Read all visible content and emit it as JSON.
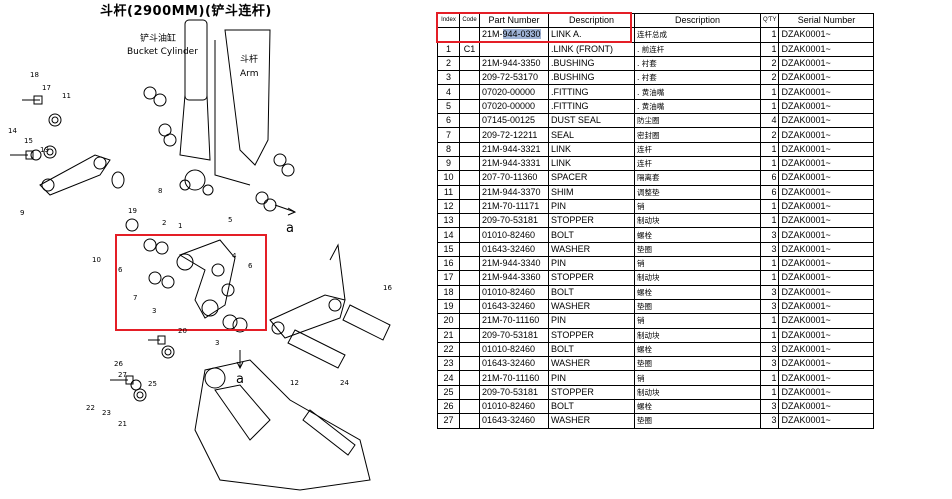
{
  "diagram": {
    "title": "斗杆(2900MM)(铲斗连杆)",
    "labels": {
      "bucket_cylinder_cn": "铲斗油缸",
      "bucket_cylinder_en": "Bucket Cylinder",
      "arm_cn": "斗杆",
      "arm_en": "Arm",
      "ref_a": "a"
    },
    "callouts": [
      "18",
      "17",
      "11",
      "14",
      "15",
      "13",
      "9",
      "10",
      "6",
      "2",
      "1",
      "7",
      "3",
      "19",
      "5",
      "4",
      "12",
      "16",
      "6",
      "8",
      "3",
      "26",
      "27",
      "25",
      "24",
      "22",
      "23",
      "21",
      "20"
    ]
  },
  "table": {
    "headers": {
      "index": "Index",
      "code": "Code",
      "part_number": "Part Number",
      "description": "Description",
      "description_cn": "Description",
      "qty": "Q'TY",
      "serial": "Serial Number"
    },
    "header_row": {
      "index": "",
      "code": "",
      "part_number_pre": "21M-",
      "part_number_sel": "944-0330",
      "description": "LINK A.",
      "description_cn": "连杆总成",
      "qty": "1",
      "serial": "DZAK0001~"
    },
    "rows": [
      {
        "index": "1",
        "code": "C1",
        "part": "",
        "desc": ".LINK (FRONT)",
        "cn": ". 前连杆",
        "qty": "1",
        "serial": "DZAK0001~"
      },
      {
        "index": "2",
        "code": "",
        "part": "21M-944-3350",
        "desc": ".BUSHING",
        "cn": ". 衬套",
        "qty": "2",
        "serial": "DZAK0001~"
      },
      {
        "index": "3",
        "code": "",
        "part": "209-72-53170",
        "desc": ".BUSHING",
        "cn": ". 衬套",
        "qty": "2",
        "serial": "DZAK0001~"
      },
      {
        "index": "4",
        "code": "",
        "part": "07020-00000",
        "desc": ".FITTING",
        "cn": ". 黄油嘴",
        "qty": "1",
        "serial": "DZAK0001~"
      },
      {
        "index": "5",
        "code": "",
        "part": "07020-00000",
        "desc": ".FITTING",
        "cn": ". 黄油嘴",
        "qty": "1",
        "serial": "DZAK0001~"
      },
      {
        "index": "6",
        "code": "",
        "part": "07145-00125",
        "desc": "DUST SEAL",
        "cn": "防尘圈",
        "qty": "4",
        "serial": "DZAK0001~"
      },
      {
        "index": "7",
        "code": "",
        "part": "209-72-12211",
        "desc": "SEAL",
        "cn": "密封圈",
        "qty": "2",
        "serial": "DZAK0001~"
      },
      {
        "index": "8",
        "code": "",
        "part": "21M-944-3321",
        "desc": "LINK",
        "cn": "连杆",
        "qty": "1",
        "serial": "DZAK0001~"
      },
      {
        "index": "9",
        "code": "",
        "part": "21M-944-3331",
        "desc": "LINK",
        "cn": "连杆",
        "qty": "1",
        "serial": "DZAK0001~"
      },
      {
        "index": "10",
        "code": "",
        "part": "207-70-11360",
        "desc": "SPACER",
        "cn": "隔离套",
        "qty": "6",
        "serial": "DZAK0001~"
      },
      {
        "index": "11",
        "code": "",
        "part": "21M-944-3370",
        "desc": "SHIM",
        "cn": "调整垫",
        "qty": "6",
        "serial": "DZAK0001~"
      },
      {
        "index": "12",
        "code": "",
        "part": "21M-70-11171",
        "desc": "PIN",
        "cn": "销",
        "qty": "1",
        "serial": "DZAK0001~"
      },
      {
        "index": "13",
        "code": "",
        "part": "209-70-53181",
        "desc": "STOPPER",
        "cn": "制动块",
        "qty": "1",
        "serial": "DZAK0001~"
      },
      {
        "index": "14",
        "code": "",
        "part": "01010-82460",
        "desc": "BOLT",
        "cn": "螺栓",
        "qty": "3",
        "serial": "DZAK0001~"
      },
      {
        "index": "15",
        "code": "",
        "part": "01643-32460",
        "desc": "WASHER",
        "cn": "垫圈",
        "qty": "3",
        "serial": "DZAK0001~"
      },
      {
        "index": "16",
        "code": "",
        "part": "21M-944-3340",
        "desc": "PIN",
        "cn": "销",
        "qty": "1",
        "serial": "DZAK0001~"
      },
      {
        "index": "17",
        "code": "",
        "part": "21M-944-3360",
        "desc": "STOPPER",
        "cn": "制动块",
        "qty": "1",
        "serial": "DZAK0001~"
      },
      {
        "index": "18",
        "code": "",
        "part": "01010-82460",
        "desc": "BOLT",
        "cn": "螺栓",
        "qty": "3",
        "serial": "DZAK0001~"
      },
      {
        "index": "19",
        "code": "",
        "part": "01643-32460",
        "desc": "WASHER",
        "cn": "垫圈",
        "qty": "3",
        "serial": "DZAK0001~"
      },
      {
        "index": "20",
        "code": "",
        "part": "21M-70-11160",
        "desc": "PIN",
        "cn": "销",
        "qty": "1",
        "serial": "DZAK0001~"
      },
      {
        "index": "21",
        "code": "",
        "part": "209-70-53181",
        "desc": "STOPPER",
        "cn": "制动块",
        "qty": "1",
        "serial": "DZAK0001~"
      },
      {
        "index": "22",
        "code": "",
        "part": "01010-82460",
        "desc": "BOLT",
        "cn": "螺栓",
        "qty": "3",
        "serial": "DZAK0001~"
      },
      {
        "index": "23",
        "code": "",
        "part": "01643-32460",
        "desc": "WASHER",
        "cn": "垫圈",
        "qty": "3",
        "serial": "DZAK0001~"
      },
      {
        "index": "24",
        "code": "",
        "part": "21M-70-11160",
        "desc": "PIN",
        "cn": "销",
        "qty": "1",
        "serial": "DZAK0001~"
      },
      {
        "index": "25",
        "code": "",
        "part": "209-70-53181",
        "desc": "STOPPER",
        "cn": "制动块",
        "qty": "1",
        "serial": "DZAK0001~"
      },
      {
        "index": "26",
        "code": "",
        "part": "01010-82460",
        "desc": "BOLT",
        "cn": "螺栓",
        "qty": "3",
        "serial": "DZAK0001~"
      },
      {
        "index": "27",
        "code": "",
        "part": "01643-32460",
        "desc": "WASHER",
        "cn": "垫圈",
        "qty": "3",
        "serial": "DZAK0001~"
      }
    ]
  },
  "colors": {
    "highlight_box": "#e41e26",
    "text_selection": "#9fb3d6",
    "line_art": "#000000"
  }
}
